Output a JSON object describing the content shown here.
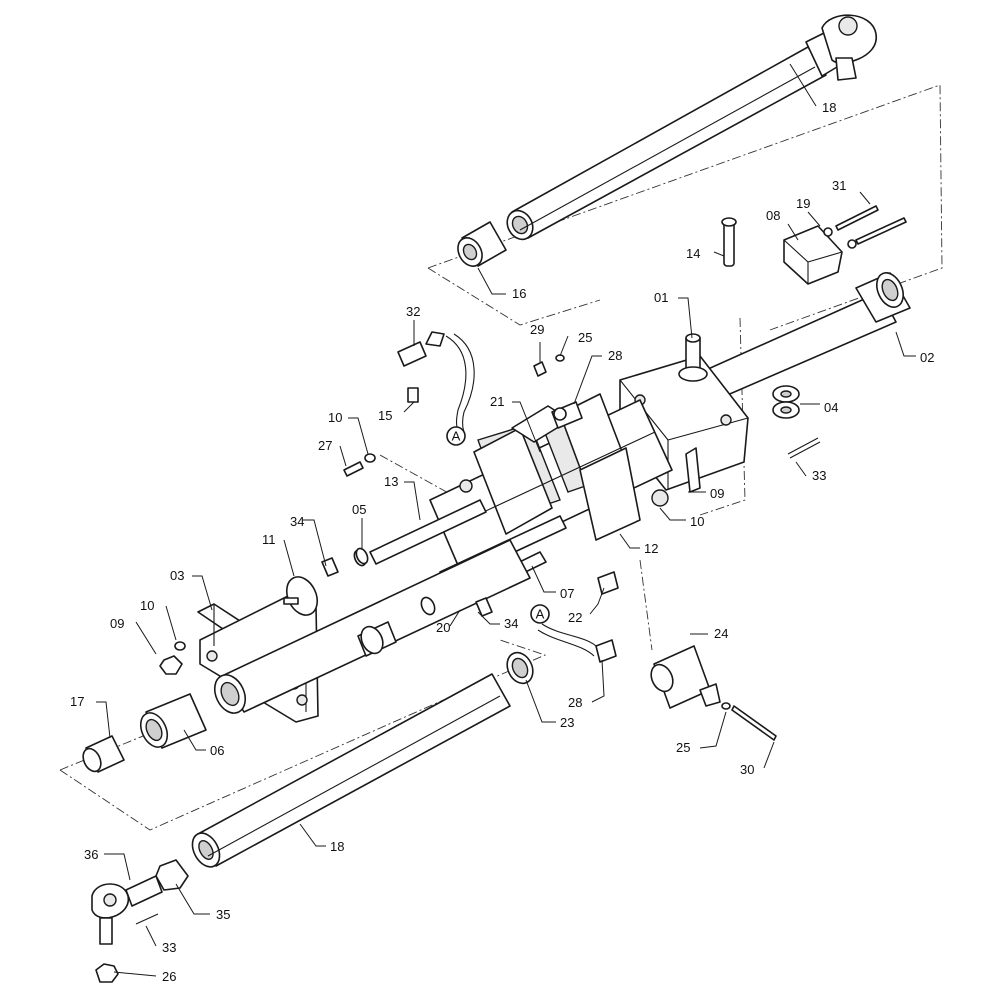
{
  "diagram": {
    "title": "Steering cylinder and tie rod assembly - exploded view",
    "callouts": [
      {
        "id": "c18a",
        "label": "18"
      },
      {
        "id": "c31",
        "label": "31"
      },
      {
        "id": "c19",
        "label": "19"
      },
      {
        "id": "c08",
        "label": "08"
      },
      {
        "id": "c14",
        "label": "14"
      },
      {
        "id": "c16",
        "label": "16"
      },
      {
        "id": "c01",
        "label": "01"
      },
      {
        "id": "c02",
        "label": "02"
      },
      {
        "id": "c32",
        "label": "32"
      },
      {
        "id": "c29",
        "label": "29"
      },
      {
        "id": "c25a",
        "label": "25"
      },
      {
        "id": "c28a",
        "label": "28"
      },
      {
        "id": "c04",
        "label": "04"
      },
      {
        "id": "c15",
        "label": "15"
      },
      {
        "id": "c21",
        "label": "21"
      },
      {
        "id": "c10a",
        "label": "10"
      },
      {
        "id": "c27",
        "label": "27"
      },
      {
        "id": "c33a",
        "label": "33"
      },
      {
        "id": "c09a",
        "label": "09"
      },
      {
        "id": "c13",
        "label": "13"
      },
      {
        "id": "c05",
        "label": "05"
      },
      {
        "id": "c10b",
        "label": "10"
      },
      {
        "id": "c34a",
        "label": "34"
      },
      {
        "id": "c11",
        "label": "11"
      },
      {
        "id": "c12",
        "label": "12"
      },
      {
        "id": "c03",
        "label": "03"
      },
      {
        "id": "c07",
        "label": "07"
      },
      {
        "id": "c22",
        "label": "22"
      },
      {
        "id": "c10c",
        "label": "10"
      },
      {
        "id": "c09b",
        "label": "09"
      },
      {
        "id": "c20",
        "label": "20"
      },
      {
        "id": "c34b",
        "label": "34"
      },
      {
        "id": "c24",
        "label": "24"
      },
      {
        "id": "c17",
        "label": "17"
      },
      {
        "id": "c23",
        "label": "23"
      },
      {
        "id": "c28b",
        "label": "28"
      },
      {
        "id": "c06",
        "label": "06"
      },
      {
        "id": "c25b",
        "label": "25"
      },
      {
        "id": "c30",
        "label": "30"
      },
      {
        "id": "c18b",
        "label": "18"
      },
      {
        "id": "c36",
        "label": "36"
      },
      {
        "id": "c35",
        "label": "35"
      },
      {
        "id": "c33b",
        "label": "33"
      },
      {
        "id": "c26",
        "label": "26"
      }
    ],
    "hose_tags": [
      {
        "id": "tagA1",
        "label": "A"
      },
      {
        "id": "tagA2",
        "label": "A"
      }
    ]
  }
}
